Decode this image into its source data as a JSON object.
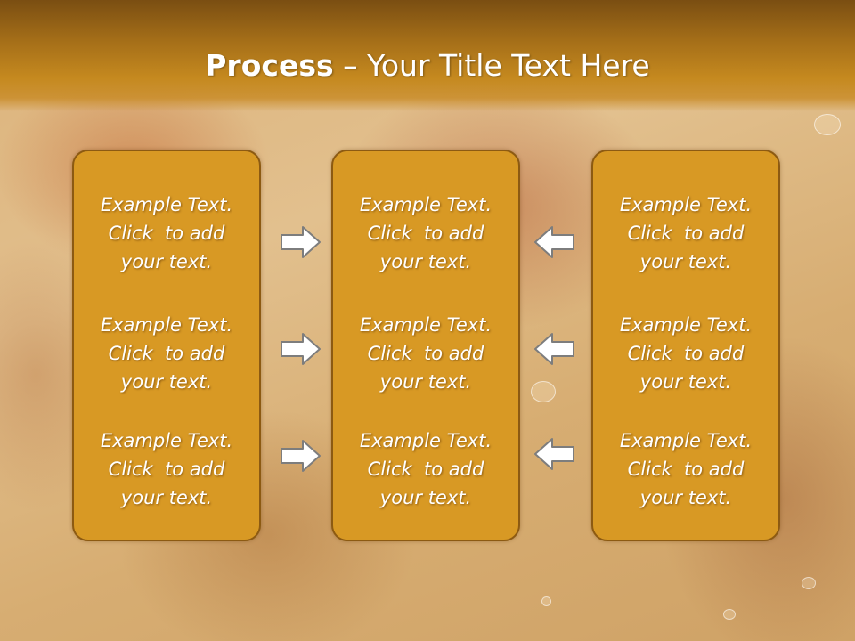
{
  "slide": {
    "title_strong": "Process",
    "title_dash": " – ",
    "title_rest": "Your Title Text Here"
  },
  "panels": [
    {
      "items": [
        {
          "line1": "Example Text.",
          "line2": "Click  to add",
          "line3": "your text."
        },
        {
          "line1": "Example Text.",
          "line2": "Click  to add",
          "line3": "your text."
        },
        {
          "line1": "Example Text.",
          "line2": "Click  to add",
          "line3": "your text."
        }
      ]
    },
    {
      "items": [
        {
          "line1": "Example Text.",
          "line2": "Click  to add",
          "line3": "your text."
        },
        {
          "line1": "Example Text.",
          "line2": "Click  to add",
          "line3": "your text."
        },
        {
          "line1": "Example Text.",
          "line2": "Click  to add",
          "line3": "your text."
        }
      ]
    },
    {
      "items": [
        {
          "line1": "Example Text.",
          "line2": "Click  to add",
          "line3": "your text."
        },
        {
          "line1": "Example Text.",
          "line2": "Click  to add",
          "line3": "your text."
        },
        {
          "line1": "Example Text.",
          "line2": "Click  to add",
          "line3": "your text."
        }
      ]
    }
  ],
  "connectors": {
    "left_to_center": "arrow-right-icon",
    "right_to_center": "arrow-left-icon"
  },
  "colors": {
    "header": "#a36d18",
    "panel_fill": "#d89924",
    "panel_border": "#8c5a12",
    "text": "#ffffff",
    "arrow_fill": "#ffffff",
    "arrow_stroke": "#7d7d7d"
  }
}
